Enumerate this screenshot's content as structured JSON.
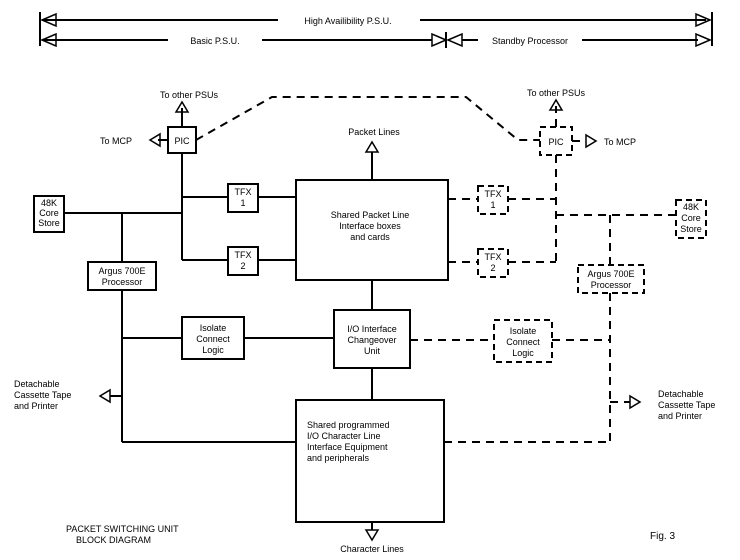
{
  "header": {
    "high_availability": "High Availibility P.S.U.",
    "basic_psu": "Basic P.S.U.",
    "standby_processor": "Standby Processor"
  },
  "labels": {
    "to_other_psus_left": "To other PSUs",
    "to_other_psus_right": "To other PSUs",
    "to_mcp_left": "To MCP",
    "to_mcp_right": "To MCP",
    "packet_lines": "Packet Lines",
    "character_lines": "Character Lines",
    "cassette_left": [
      "Detachable",
      "Cassette Tape",
      "and Printer"
    ],
    "cassette_right": [
      "Detachable",
      "Cassette Tape",
      "and Printer"
    ]
  },
  "blocks": {
    "pic_left": "PIC",
    "pic_right": "PIC",
    "core_left": [
      "48K",
      "Core",
      "Store"
    ],
    "core_right": [
      "48K",
      "Core",
      "Store"
    ],
    "tfx1_left": [
      "TFX",
      "1"
    ],
    "tfx2_left": [
      "TFX",
      "2"
    ],
    "tfx1_right": [
      "TFX",
      "1"
    ],
    "tfx2_right": [
      "TFX",
      "2"
    ],
    "argus_left": [
      "Argus 700E",
      "Processor"
    ],
    "argus_right": [
      "Argus 700E",
      "Processor"
    ],
    "shared_packet": [
      "Shared Packet Line",
      "Interface boxes",
      "and cards"
    ],
    "isolate_left": [
      "Isolate",
      "Connect",
      "Logic"
    ],
    "isolate_right": [
      "Isolate",
      "Connect",
      "Logic"
    ],
    "io_changeover": [
      "I/O Interface",
      "Changeover",
      "Unit"
    ],
    "shared_io": [
      "Shared programmed",
      "I/O Character Line",
      "Interface Equipment",
      "and peripherals"
    ]
  },
  "caption": {
    "line1": "PACKET SWITCHING UNIT",
    "line2": "BLOCK DIAGRAM"
  },
  "fig": "Fig. 3"
}
